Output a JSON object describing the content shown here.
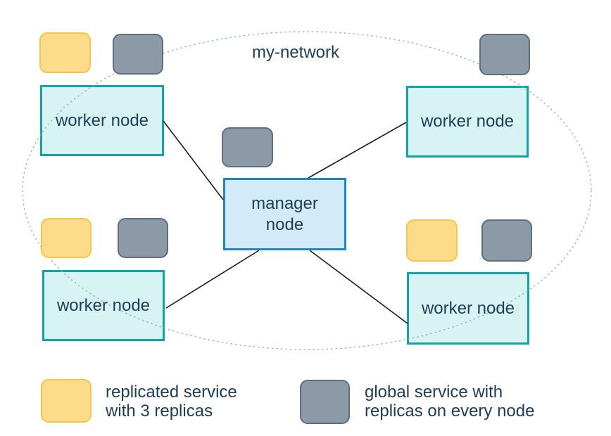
{
  "network": {
    "label": "my-network"
  },
  "nodes": {
    "manager": {
      "label": "manager\nnode"
    },
    "workers": [
      {
        "label": "worker node"
      },
      {
        "label": "worker node"
      },
      {
        "label": "worker node"
      },
      {
        "label": "worker node"
      }
    ]
  },
  "legend": {
    "replicated": {
      "label": "replicated service\nwith 3 replicas"
    },
    "global": {
      "label": "global service with\nreplicas on every node"
    }
  },
  "colors": {
    "replicated_service_fill": "#fcdc88",
    "replicated_service_border": "#f2c64e",
    "global_service_fill": "#8c9aa7",
    "global_service_border": "#5e6f7d",
    "worker_fill": "#d8f3f4",
    "worker_border": "#12a3a8",
    "manager_fill": "#d3eaf9",
    "manager_border": "#1d87c6",
    "text": "#1e3e55",
    "network_dash": "#9faebb",
    "link_line": "#1c1c1c"
  }
}
